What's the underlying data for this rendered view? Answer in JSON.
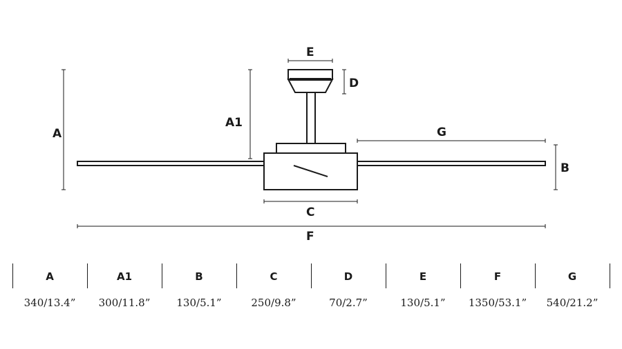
{
  "labels": {
    "A": "A",
    "A1": "A1",
    "B": "B",
    "C": "C",
    "D": "D",
    "E": "E",
    "F": "F",
    "G": "G"
  },
  "table": [
    {
      "key": "A",
      "value": "340/13.4”"
    },
    {
      "key": "A1",
      "value": "300/11.8”"
    },
    {
      "key": "B",
      "value": "130/5.1”"
    },
    {
      "key": "C",
      "value": "250/9.8”"
    },
    {
      "key": "D",
      "value": "70/2.7”"
    },
    {
      "key": "E",
      "value": "130/5.1”"
    },
    {
      "key": "F",
      "value": "1350/53.1”"
    },
    {
      "key": "G",
      "value": "540/21.2”"
    }
  ]
}
